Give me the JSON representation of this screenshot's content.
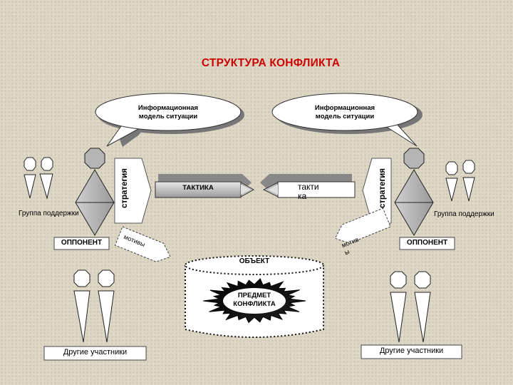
{
  "title": "СТРУКТУРА КОНФЛИКТА",
  "left": {
    "bubble": [
      "Информационная",
      "модель ситуации"
    ],
    "strategy": "стратегия",
    "tactic": "ТАКТИКА",
    "support_group": "Группа поддержки",
    "opponent": "ОППОНЕНТ",
    "motives": "мотивы",
    "others": "Другие участники"
  },
  "right": {
    "bubble": [
      "Информационная",
      "модель ситуации"
    ],
    "strategy": "стратегия",
    "tactic": [
      "такти",
      "ка"
    ],
    "support_group": "Группа поддержки",
    "opponent": "ОППОНЕНТ",
    "motives": [
      "мотив",
      "ы"
    ],
    "others": "Другие участники"
  },
  "center": {
    "object": "ОБЪЕКТ",
    "subject": [
      "ПРЕДМЕТ",
      "КОНФЛИКТА"
    ]
  },
  "colors": {
    "title": "#cc0000",
    "background": "#ddd6c4",
    "shape_gray": "#b5b5b5",
    "starburst": "#000000"
  }
}
